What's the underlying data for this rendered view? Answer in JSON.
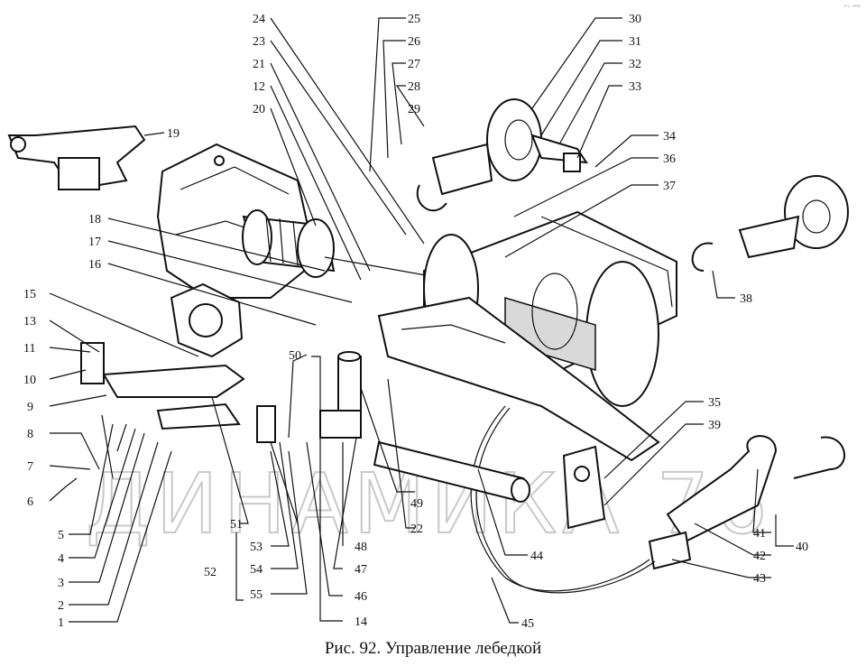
{
  "caption": "Рис. 92. Управление лебедкой",
  "watermark": "ДИНАМИКА 76",
  "corner_mark": "ⁿ◦ ᵒᵒᵒ",
  "callouts": [
    "1",
    "2",
    "3",
    "4",
    "5",
    "6",
    "7",
    "8",
    "9",
    "10",
    "11",
    "12",
    "13",
    "14",
    "15",
    "16",
    "17",
    "18",
    "19",
    "20",
    "21",
    "22",
    "23",
    "24",
    "25",
    "26",
    "27",
    "28",
    "29",
    "30",
    "31",
    "32",
    "33",
    "34",
    "35",
    "36",
    "37",
    "38",
    "39",
    "40",
    "41",
    "42",
    "43",
    "44",
    "45",
    "46",
    "47",
    "48",
    "49",
    "50",
    "51",
    "52",
    "53",
    "54",
    "55"
  ]
}
